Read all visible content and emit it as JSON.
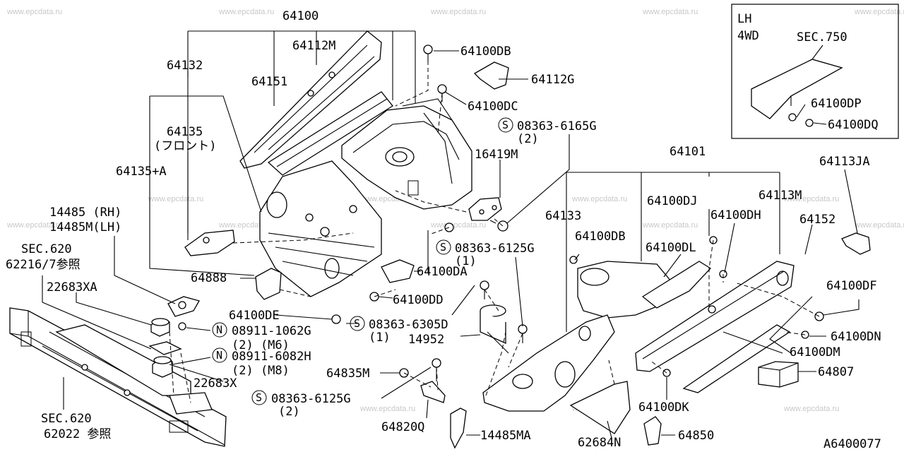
{
  "watermark": "www.epcdata.ru",
  "diagram_code": "A6400077",
  "inset": {
    "line1": "LH",
    "line2": "4WD",
    "sec": "SEC.750",
    "dp": "64100DP",
    "dq": "64100DQ"
  },
  "labels": {
    "p64100": "64100",
    "p64112M": "64112M",
    "p64132": "64132",
    "p64151": "64151",
    "p64135": "64135",
    "p64135_sub": "(フロント)",
    "p64135A": "64135+A",
    "p14485RH": "14485 (RH)",
    "p14485LH": "14485M(LH)",
    "sec620a": "SEC.620",
    "sec620a_ref": "62216/7参照",
    "p22683XA": "22683XA",
    "p64888": "64888",
    "p64100DE": "64100DE",
    "n1": "N",
    "n1_text": "08911-1062G",
    "n1_qty": "(2) (M6)",
    "n2": "N",
    "n2_text": "08911-6082H",
    "n2_qty": "(2) (M8)",
    "p22683X": "22683X",
    "s1": "S",
    "s1_text": "08363-6125G",
    "s1_qty": "(2)",
    "sec620b": "SEC.620",
    "sec620b_ref": "62022 参照",
    "p64820Q": "64820Q",
    "p14485MA": "14485MA",
    "p64835M": "64835M",
    "p64100DB_top": "64100DB",
    "p64112G": "64112G",
    "p64100DC": "64100DC",
    "s2": "S",
    "s2_text": "08363-6165G",
    "s2_qty": "(2)",
    "p16419M": "16419M",
    "s3": "S",
    "s3_text": "08363-6125G",
    "s3_qty": "(1)",
    "p64100DA": "64100DA",
    "p64100DD": "64100DD",
    "s4": "S",
    "s4_text": "08363-6305D",
    "s4_qty": "(1)",
    "p14952": "14952",
    "p64101": "64101",
    "p64133": "64133",
    "p64100DJ": "64100DJ",
    "p64113M": "64113M",
    "p64100DH": "64100DH",
    "p64152": "64152",
    "p64113JA": "64113JA",
    "p64100DB_mid": "64100DB",
    "p64100DL": "64100DL",
    "p64100DF": "64100DF",
    "p64100DN": "64100DN",
    "p64100DM": "64100DM",
    "p64807": "64807",
    "p64100DK": "64100DK",
    "p62684N": "62684N",
    "p64850": "64850"
  }
}
